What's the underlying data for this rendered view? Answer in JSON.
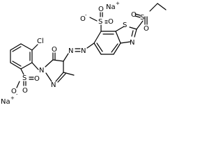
{
  "molecule": {
    "atoms": {
      "na_top": "Na",
      "na_bottom": "Na",
      "charge_plus": "+",
      "charge_minus": "-",
      "oxygen": "O",
      "sulfur": "S",
      "nitrogen": "N",
      "chlorine": "Cl"
    }
  },
  "colors": {
    "bond": "#000000",
    "text": "#000000",
    "background": "#ffffff"
  }
}
